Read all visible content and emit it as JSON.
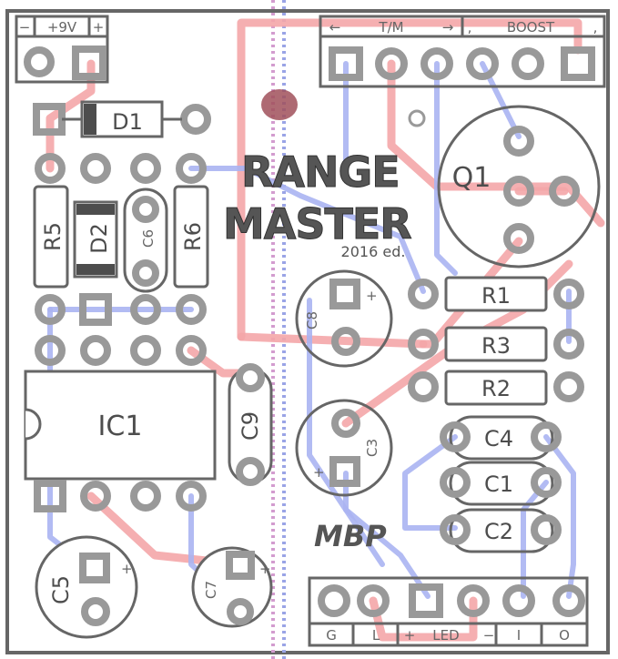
{
  "board": {
    "connectors": {
      "power": {
        "minus": "−",
        "label": "+9V",
        "plus": "+"
      },
      "tm": {
        "left_arrow": "←",
        "label": "T/M",
        "right_arrow": "→"
      },
      "boost": {
        "left_mark": ",",
        "label": "BOOST",
        "right_mark": ","
      },
      "io": {
        "g": "G",
        "l": "L",
        "led_plus": "+",
        "led": "LED",
        "led_minus": "−",
        "i": "I",
        "o": "O"
      }
    },
    "components": {
      "d1": "D1",
      "d2": "D2",
      "r5": "R5",
      "c6": "C6",
      "r6": "R6",
      "ic1": "IC1",
      "c9": "C9",
      "c8": "C8",
      "c8_plus": "+",
      "c3": "C3",
      "c3_plus": "+",
      "q1": "Q1",
      "r1": "R1",
      "r3": "R3",
      "r2": "R2",
      "c4": "C4",
      "c1": "C1",
      "c2": "C2",
      "c5": "C5",
      "c5_plus": "+",
      "c7": "C7",
      "c7_plus": "+"
    },
    "logo": {
      "line1": "RANGE",
      "line2": "MASTER",
      "edition": "2016 ed.",
      "maker": "MBP"
    },
    "colors": {
      "trace_top": "#f4a6a8",
      "trace_bottom": "#aab4f2",
      "silkscreen": "#666666",
      "pad": "#999999",
      "led_marker": "#a0505a"
    }
  }
}
